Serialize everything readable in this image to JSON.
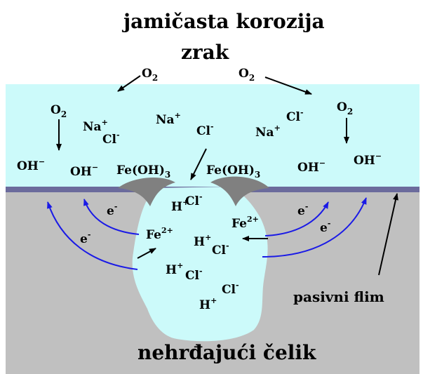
{
  "title": "jamičasta korozija",
  "air_label": "zrak",
  "steel_label": "nehrđajući čelik",
  "film_label": "pasivni flim",
  "colors": {
    "solution": "#ccfafa",
    "steel": "#c0c0c0",
    "passive_film": "#6b6b9c",
    "fe_oh_deposit": "#808080",
    "electron_arrow": "#1a1ae6",
    "black_arrow": "#000000"
  },
  "species": {
    "o2": "O",
    "o2_sub": "2",
    "oh_minus": "OH",
    "minus": "−",
    "na": "Na",
    "plus": "+",
    "cl": "Cl",
    "cl_minus_sup": "-",
    "feoh3": "Fe(OH)",
    "sub3": "3",
    "h": "H",
    "fe": "Fe",
    "fe_sup": "2+",
    "e": "e",
    "e_sup": "-"
  }
}
